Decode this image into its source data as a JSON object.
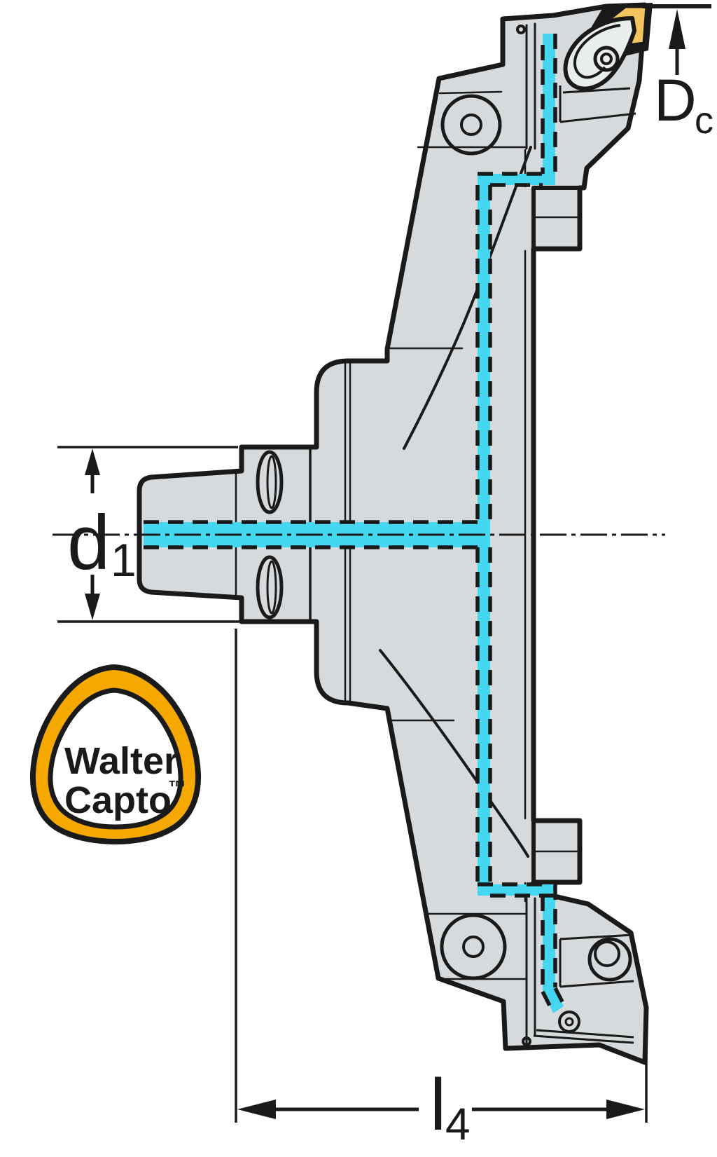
{
  "dimensions": {
    "dc": {
      "main": "D",
      "sub": "c"
    },
    "d1": {
      "main": "d",
      "sub": "1"
    },
    "l4": {
      "main": "l",
      "sub": "4"
    }
  },
  "logo": {
    "line1": "Walter",
    "line2": "Capto",
    "tm": "™"
  },
  "colors": {
    "body": "#d6dadc",
    "detail": "#e9edee",
    "coolant": "#45d7f0",
    "insert": "#f2c55e",
    "logo_ring": "#f5a800",
    "line": "#1a1a1a",
    "background": "#ffffff"
  }
}
